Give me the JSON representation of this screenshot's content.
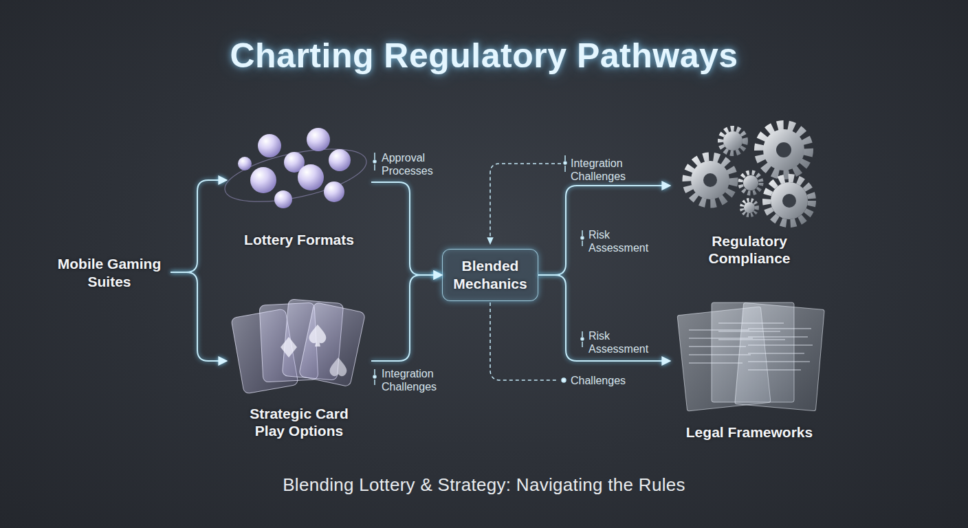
{
  "diagram": {
    "title": "Charting Regulatory Pathways",
    "caption": "Blending Lottery & Strategy: Navigating the Rules",
    "nodes": [
      {
        "text": [
          "Mobile Gaming Suites"
        ]
      },
      {
        "text": [
          "Lottery Formats"
        ]
      },
      {
        "text": [
          "Strategic Card Play Options"
        ]
      },
      {
        "text": [
          "Blended Mechanics"
        ]
      },
      {
        "text": [
          "Regulatory Compliance"
        ]
      },
      {
        "text": [
          "Legal Frameworks"
        ]
      }
    ],
    "edges": [
      {
        "from": 0,
        "to": 1,
        "arrow": "to"
      },
      {
        "from": 0,
        "to": 2,
        "arrow": "to"
      },
      {
        "from": 1,
        "to": 3,
        "label": "Approval Processes",
        "arrow": "to"
      },
      {
        "from": 2,
        "to": 3,
        "label": "Integration Challenges",
        "arrow": "to"
      },
      {
        "from": 3,
        "to": 4,
        "label": "Risk Assessment",
        "arrow": "to"
      },
      {
        "from": 3,
        "to": 5,
        "label": "Risk Assessment",
        "arrow": "to"
      }
    ],
    "labels": [
      "Integration Challenges",
      "Challenges"
    ]
  }
}
